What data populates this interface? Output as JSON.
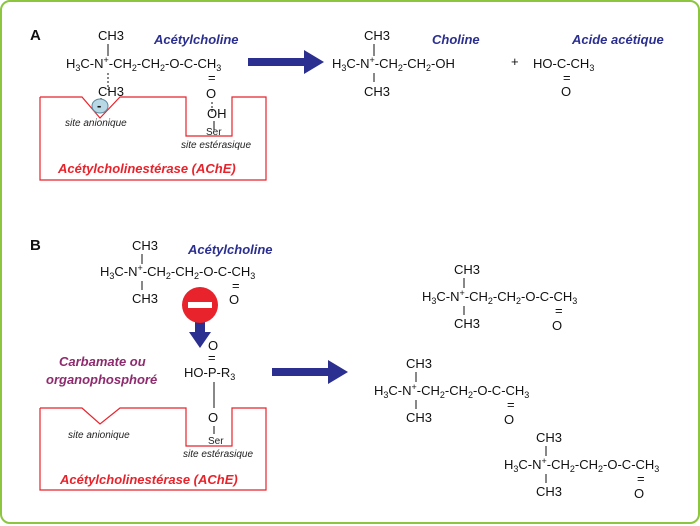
{
  "panels": {
    "a": "A",
    "b": "B"
  },
  "labels": {
    "acetylcholine": "Acétylcholine",
    "choline": "Choline",
    "acide_acetique": "Acide acétique",
    "site_anionique": "site anionique",
    "site_esterasique": "site estérasique",
    "ache": "Acétylcholinestérase (AChE)",
    "inhibitor_line1": "Carbamate ou",
    "inhibitor_line2": "organophosphoré",
    "ser": "Ser",
    "plus": "+",
    "minus": "-"
  },
  "formulas": {
    "ch3": "CH3",
    "ach_chain": "-CH2-CH2-O-C-CH3",
    "choline_chain": "-CH2-CH2-OH",
    "acetic": "HO-C-CH3",
    "o": "O",
    "oh": "OH",
    "dbl": "=",
    "phosphoryl": "HO-P-R3"
  },
  "colors": {
    "frame": "#8cc63f",
    "arrow": "#2b2f8f",
    "red": "#e8232b",
    "blue": "#2b2f8f",
    "purple": "#8e2a6e"
  }
}
